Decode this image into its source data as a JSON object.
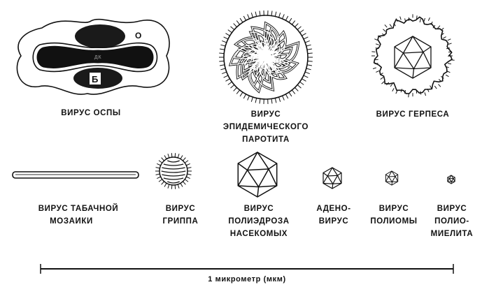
{
  "diagram": {
    "viruses": [
      {
        "id": "pox",
        "label_lines": [
          "ВИРУС  ОСПЫ"
        ],
        "parts": {
          "outer": "О",
          "core": "ДК",
          "body": "Б"
        }
      },
      {
        "id": "mumps",
        "label_lines": [
          "ВИРУС",
          "ЭПИДЕМИЧЕСКОГО",
          "ПАРОТИТА"
        ]
      },
      {
        "id": "herpes",
        "label_lines": [
          "ВИРУС  ГЕРПЕСА"
        ]
      },
      {
        "id": "tobacco",
        "label_lines": [
          "ВИРУС  ТАБАЧНОЙ",
          "МОЗАИКИ"
        ]
      },
      {
        "id": "influenza",
        "label_lines": [
          "ВИРУС",
          "ГРИППА"
        ]
      },
      {
        "id": "polyhedrosis",
        "label_lines": [
          "ВИРУС",
          "ПОЛИЭДРОЗА",
          "НАСЕКОМЫХ"
        ]
      },
      {
        "id": "adeno",
        "label_lines": [
          "АДЕНО-",
          "ВИРУС"
        ]
      },
      {
        "id": "polyoma",
        "label_lines": [
          "ВИРУС",
          "ПОЛИОМЫ"
        ]
      },
      {
        "id": "polio",
        "label_lines": [
          "ВИРУС",
          "ПОЛИО-",
          "МИЕЛИТА"
        ]
      }
    ],
    "scale_bar": {
      "label": "1 микрометр (мкм)"
    }
  }
}
